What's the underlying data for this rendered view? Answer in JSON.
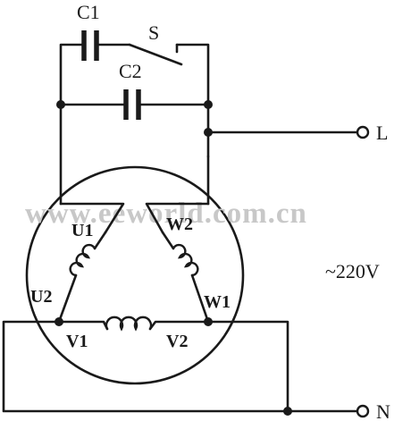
{
  "labels": {
    "c1": "C1",
    "c2": "C2",
    "switch": "S",
    "line": "L",
    "neutral": "N",
    "u1": "U1",
    "u2": "U2",
    "w1": "W1",
    "w2": "W2",
    "v1": "V1",
    "v2": "V2",
    "voltage": "~220V"
  },
  "watermark": "www.eeworld.com.cn"
}
